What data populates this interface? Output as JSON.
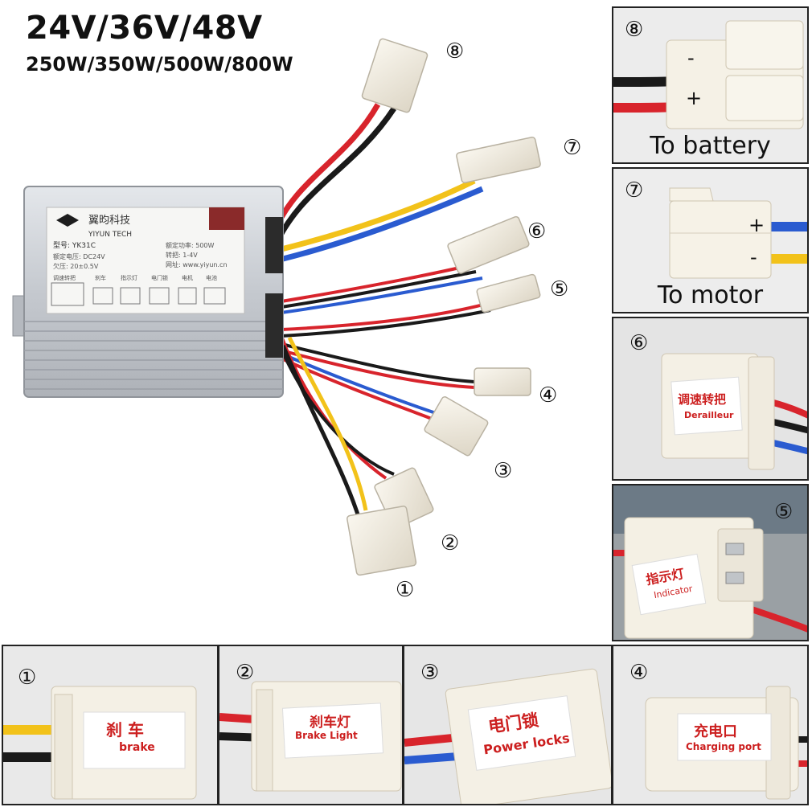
{
  "title": {
    "voltage": "24V/36V/48V",
    "power": "250W/350W/500W/800W"
  },
  "controller": {
    "brand_cn": "翼昀科技",
    "brand_en": "YIYUN TECH",
    "model": "型号: YK31C",
    "voltage_spec": "额定电压: DC24V",
    "undervoltage": "欠压: 20±0.5V",
    "power_spec": "额定功率: 500W",
    "throttle_spec": "转把: 1-4V",
    "website": "网址: www.yiyun.cn",
    "ports": [
      "调速转把",
      "刹车",
      "指示灯",
      "电门锁",
      "电机",
      "电池"
    ]
  },
  "connector_numbers": [
    "⑧",
    "⑦",
    "⑥",
    "⑤",
    "④",
    "③",
    "②",
    "①"
  ],
  "panels": {
    "battery": {
      "num": "⑧",
      "minus": "-",
      "plus": "+",
      "caption": "To battery"
    },
    "motor": {
      "num": "⑦",
      "plus": "+",
      "minus": "-",
      "caption": "To motor"
    },
    "derailleur": {
      "num": "⑥",
      "label_cn": "调速转把",
      "label_en": "Derailleur"
    },
    "indicator": {
      "num": "⑤",
      "label_cn": "指示灯",
      "label_en": "Indicator"
    },
    "brake": {
      "num": "①",
      "label_cn": "刹 车",
      "label_en": "brake"
    },
    "brake_light": {
      "num": "②",
      "label_cn": "刹车灯",
      "label_en": "Brake Light"
    },
    "power_locks": {
      "num": "③",
      "label_cn": "电门锁",
      "label_en": "Power locks"
    },
    "charging_port": {
      "num": "④",
      "label_cn": "充电口",
      "label_en": "Charging port"
    }
  },
  "colors": {
    "wire_red": "#d8242c",
    "wire_black": "#1a1a1a",
    "wire_blue": "#2a5bd0",
    "wire_yellow": "#f2c21a",
    "connector": "#f4efe4",
    "label_red": "#cc1f1f",
    "housing": "#c8ccd2"
  }
}
